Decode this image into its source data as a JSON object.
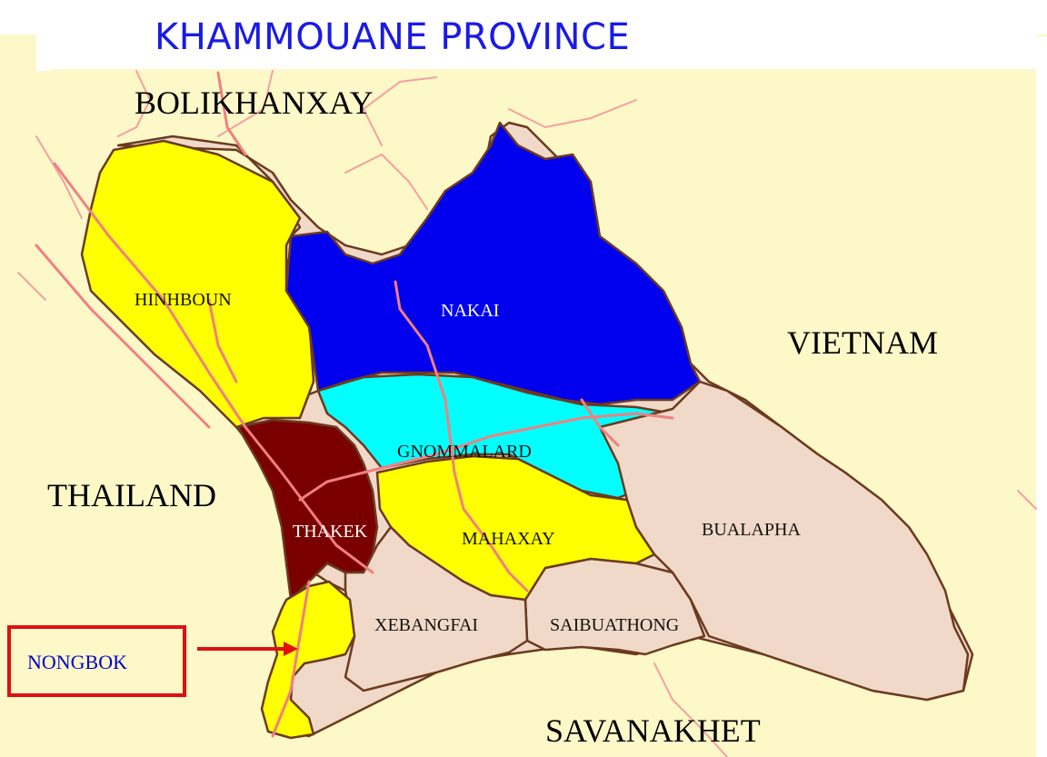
{
  "title": "KHAMMOUANE PROVINCE",
  "neighbors": {
    "north": "BOLIKHANXAY",
    "east": "VIETNAM",
    "west": "THAILAND",
    "south": "SAVANAKHET"
  },
  "districts": {
    "hinhboun": "HINHBOUN",
    "nakai": "NAKAI",
    "gnommalard": "GNOMMALARD",
    "thakek": "THAKEK",
    "mahaxay": "MAHAXAY",
    "bualapha": "BUALAPHA",
    "xebangfai": "XEBANGFAI",
    "saibuathong": "SAIBUATHONG"
  },
  "callout": {
    "label": "NONGBOK",
    "border_color": "#e01010"
  },
  "colors": {
    "outside": "#fdf8c8",
    "yellow_district": "#ffff00",
    "blue_district": "#0000ee",
    "cyan_district": "#00ffff",
    "maroon_district": "#7a0000",
    "tan_district": "#f0d9c8",
    "road": "#f08080",
    "border": "#6b3a1f"
  }
}
